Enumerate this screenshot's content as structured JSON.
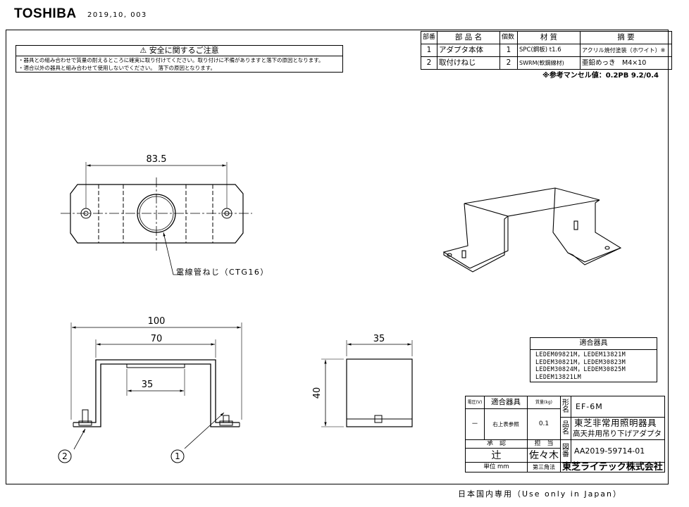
{
  "header": {
    "brand": "TOSHIBA",
    "doc_date": "2019,10, 003"
  },
  "safety": {
    "title": "安全に関するご注意",
    "lines": [
      "・器具との組み合わせで質量の耐えるところに確実に取り付けてください。取り付けに不備がありますと落下の原因となります。",
      "・適合以外の器具と組み合わせて使用しないでください。　落下の原因となります。"
    ]
  },
  "parts_table": {
    "headers": [
      "部番",
      "部 品 名",
      "個数",
      "材 質",
      "摘 要"
    ],
    "rows": [
      [
        "1",
        "アダプタ本体",
        "1",
        "SPC(鋼板) t1.6",
        "アクリル焼付塗装（ホワイト）※"
      ],
      [
        "2",
        "取付けねじ",
        "2",
        "SWRM(軟鋼線材)",
        "亜鉛めっき　M4×10"
      ]
    ],
    "note": "※参考マンセル値：0.2PB 9.2/0.4"
  },
  "drawing": {
    "dims": {
      "top_width": "83.5",
      "front_outer": "100",
      "front_inner": "70",
      "front_center": "35",
      "side_width": "35",
      "side_height": "40"
    },
    "conduit_label": "電線管ねじ（CTG16）",
    "callouts": [
      "2",
      "1"
    ]
  },
  "compat": {
    "title": "適合器具",
    "lines": [
      "LEDEM09821M，LEDEM13821M",
      "LEDEM30821M，LEDEM30823M",
      "LEDEM30824M，LEDEM30825M",
      "LEDEM13821LM"
    ]
  },
  "title_block": {
    "voltage_label": "電圧(V)",
    "fixture_label": "適合器具",
    "mass_label": "質量(kg)",
    "voltage": "－",
    "fixture": "右上表参照",
    "mass": "0.1",
    "model_label": "形名",
    "model": "EF-6M",
    "product_label": "品名",
    "product_line1": "東芝非常用照明器具",
    "product_line2": "高天井用吊り下げアダプタ",
    "drawing_no_label": "図番",
    "drawing_no": "AA2019-59714-01",
    "approver_label": "承　認",
    "charge_label": "担　当",
    "approver": "辻",
    "charge": "佐々木",
    "company": "東芝ライテック株式会社",
    "unit": "単位 mm",
    "projection": "第三角法"
  },
  "footer": {
    "use_only": "日本国内専用（Use only in Japan）"
  }
}
